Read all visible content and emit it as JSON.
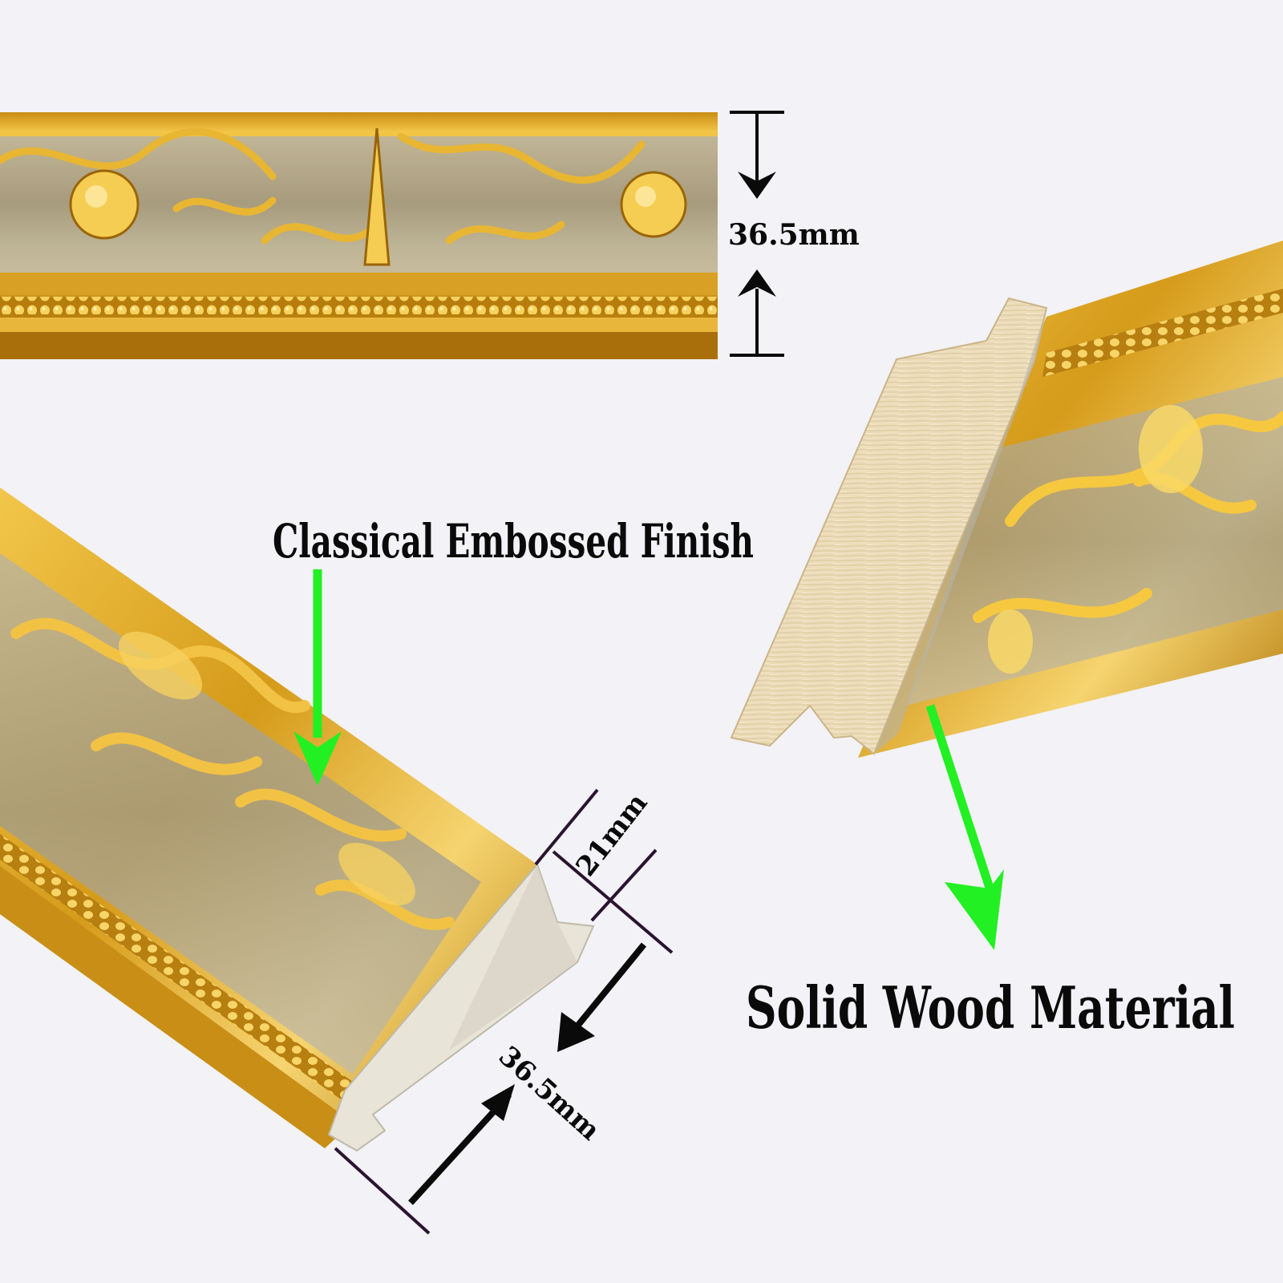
{
  "colors": {
    "background": "#f2f2f7",
    "gold_light": "#f3c649",
    "gold_mid": "#d9a21e",
    "gold_dark": "#8a5a06",
    "silver_wash": "#aaa69a",
    "raw_wood": "#efe2c4",
    "primed_wood": "#e8e4d8",
    "callout_arrow": "#22f022",
    "dimension_line": "#2a1430",
    "text": "#0a0a0a"
  },
  "dimensions": {
    "top_height": "36.5mm",
    "profile_depth": "21mm",
    "profile_width": "36.5mm"
  },
  "callouts": {
    "finish": "Classical Embossed Finish",
    "material": "Solid Wood Material"
  }
}
